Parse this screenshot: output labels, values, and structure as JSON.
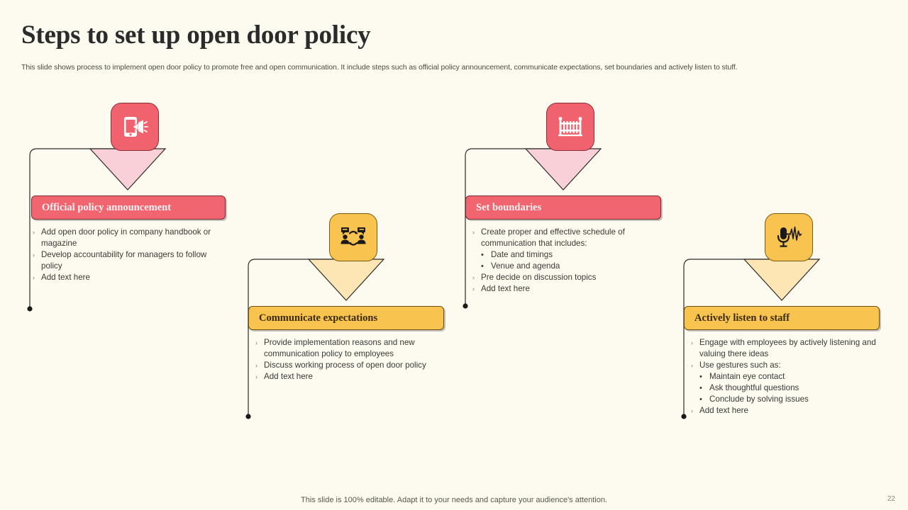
{
  "header": {
    "title": "Steps to set up open door policy",
    "subtitle": "This slide shows process to implement open door policy to promote free and open communication. It include steps such as official policy announcement, communicate expectations, set boundaries and actively listen to stuff."
  },
  "colors": {
    "background": "#fdfaef",
    "red": "#f0656f",
    "red_arrow": "#fad0d8",
    "yellow": "#f9c34f",
    "yellow_arrow": "#fde6b4",
    "outline": "#2b2b2b",
    "title_text": "#2b2b2b"
  },
  "steps": [
    {
      "id": "official-policy-announcement",
      "title": "Official policy announcement",
      "theme": "red",
      "icon": "phone-megaphone-icon",
      "bullets": [
        {
          "level": 1,
          "text": "Add open door policy in company handbook or magazine"
        },
        {
          "level": 1,
          "text": "Develop accountability for managers to follow policy"
        },
        {
          "level": 1,
          "text": "Add text here"
        }
      ]
    },
    {
      "id": "communicate-expectations",
      "title": "Communicate expectations",
      "theme": "yellow",
      "icon": "two-people-speech-bubbles-icon",
      "bullets": [
        {
          "level": 1,
          "text": "Provide implementation reasons and new communication policy to employees"
        },
        {
          "level": 1,
          "text": "Discuss working process of open door policy"
        },
        {
          "level": 1,
          "text": "Add text here"
        }
      ]
    },
    {
      "id": "set-boundaries",
      "title": "Set boundaries",
      "theme": "red",
      "icon": "fence-icon",
      "bullets": [
        {
          "level": 1,
          "text": "Create proper and effective schedule of communication that includes:"
        },
        {
          "level": 2,
          "text": "Date and timings"
        },
        {
          "level": 2,
          "text": "Venue and agenda"
        },
        {
          "level": 1,
          "text": "Pre decide on discussion topics"
        },
        {
          "level": 1,
          "text": "Add text here"
        }
      ]
    },
    {
      "id": "actively-listen-to-staff",
      "title": "Actively listen to staff",
      "theme": "yellow",
      "icon": "microphone-waveform-icon",
      "bullets": [
        {
          "level": 1,
          "text": "Engage with employees by actively listening and valuing there ideas"
        },
        {
          "level": 1,
          "text": "Use gestures such as:"
        },
        {
          "level": 2,
          "text": "Maintain eye contact"
        },
        {
          "level": 2,
          "text": "Ask thoughtful questions"
        },
        {
          "level": 2,
          "text": "Conclude by solving issues"
        },
        {
          "level": 1,
          "text": "Add text here"
        }
      ]
    }
  ],
  "footer": {
    "note": "This slide is 100% editable. Adapt it to your needs and capture your audience's attention.",
    "page_number": "22"
  }
}
